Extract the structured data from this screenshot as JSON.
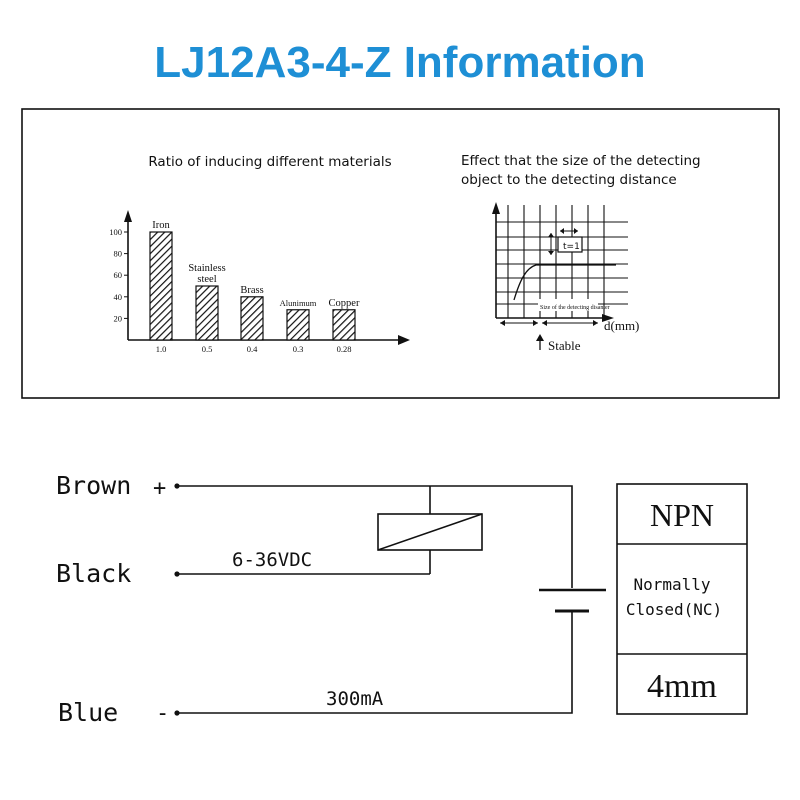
{
  "page": {
    "title": "LJ12A3-4-Z Information",
    "title_color": "#1e8fd5"
  },
  "materials_chart": {
    "heading": "Ratio of inducing different materials",
    "chart_data": {
      "type": "bar",
      "categories": [
        "Iron",
        "Stainless steel",
        "Brass",
        "Alunimum",
        "Copper"
      ],
      "ratio_labels": [
        "1.0",
        "0.5",
        "0.4",
        "0.3",
        "0.28"
      ],
      "values": [
        100,
        50,
        40,
        28,
        28
      ],
      "y_ticks": [
        "20",
        "40",
        "60",
        "80",
        "100"
      ],
      "ylim": [
        0,
        110
      ]
    }
  },
  "distance_chart": {
    "heading_line1": "Effect that the size of the detecting",
    "heading_line2": "object to the detecting distance",
    "inset_label": "t=1",
    "curve_label": "Size of the detecting disanter",
    "x_label": "d(mm)",
    "stable_label": "Stable"
  },
  "wiring": {
    "brown_label": "Brown",
    "brown_sign": "+",
    "black_label": "Black",
    "blue_label": "Blue",
    "blue_sign": "-",
    "voltage": "6-36VDC",
    "current": "300mA",
    "table": {
      "type": "NPN",
      "mode_line1": "Normally",
      "mode_line2": "Closed(NC)",
      "distance": "4mm"
    }
  }
}
